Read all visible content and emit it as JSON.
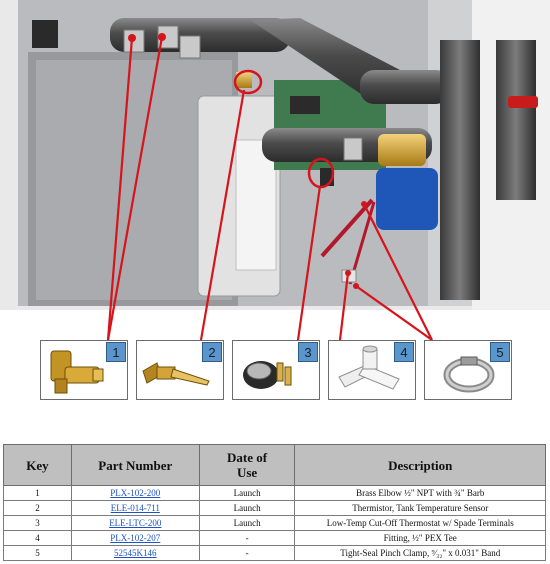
{
  "photo": {
    "markers": [
      {
        "key": "1",
        "color": "#d6141b"
      },
      {
        "key": "2",
        "color": "#d6141b"
      },
      {
        "key": "3",
        "color": "#d6141b"
      },
      {
        "key": "4",
        "color": "#d6141b"
      },
      {
        "key": "5",
        "color": "#d6141b"
      }
    ]
  },
  "keys": [
    {
      "label": "1",
      "icon": "brass-elbow-icon"
    },
    {
      "label": "2",
      "icon": "thermistor-probe-icon"
    },
    {
      "label": "3",
      "icon": "thermostat-icon"
    },
    {
      "label": "4",
      "icon": "pex-tee-icon"
    },
    {
      "label": "5",
      "icon": "pinch-clamp-icon"
    }
  ],
  "table": {
    "headers": {
      "key": "Key",
      "part_number": "Part Number",
      "date_line1": "Date of",
      "date_line2": "Use",
      "description": "Description"
    },
    "rows": [
      {
        "key": "1",
        "part_number": "PLX-102-200",
        "date": "Launch",
        "description": "Brass Elbow ½\" NPT with ¾\" Barb"
      },
      {
        "key": "2",
        "part_number": "ELE-014-711",
        "date": "Launch",
        "description": "Thermistor, Tank Temperature Sensor"
      },
      {
        "key": "3",
        "part_number": "ELE-LTC-200",
        "date": "Launch",
        "description": "Low-Temp Cut-Off Thermostat w/ Spade Terminals"
      },
      {
        "key": "4",
        "part_number": "PLX-102-207",
        "date": "-",
        "description": "Fitting, ½\" PEX Tee"
      },
      {
        "key": "5",
        "part_number": "52545K146",
        "date": "-",
        "description": "Tight-Seal Pinch Clamp, ⁹⁄₃₂\" x 0.031\" Band"
      }
    ]
  },
  "colors": {
    "marker": "#d6141b",
    "badge": "#5b95c9",
    "header_bg": "#bfbfbf",
    "link": "#1a52c7"
  }
}
